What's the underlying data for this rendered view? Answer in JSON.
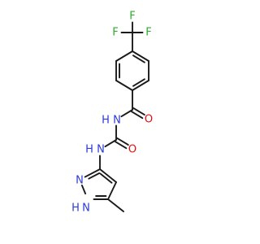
{
  "colors": {
    "bond": "#1a1a1a",
    "carbon": "#1a1a1a",
    "nitrogen": "#2a3bd6",
    "oxygen": "#e01010",
    "fluorine": "#2faa2f",
    "background": "#ffffff"
  },
  "molecule": {
    "atoms": [
      {
        "id": "F1",
        "element": "F",
        "label": "F"
      },
      {
        "id": "F2",
        "element": "F",
        "label": "F"
      },
      {
        "id": "F3",
        "element": "F",
        "label": "F"
      },
      {
        "id": "C_CF3",
        "element": "C",
        "label": ""
      },
      {
        "id": "R1",
        "element": "C",
        "label": ""
      },
      {
        "id": "R2",
        "element": "C",
        "label": ""
      },
      {
        "id": "R3",
        "element": "C",
        "label": ""
      },
      {
        "id": "R4",
        "element": "C",
        "label": ""
      },
      {
        "id": "R5",
        "element": "C",
        "label": ""
      },
      {
        "id": "R6",
        "element": "C",
        "label": ""
      },
      {
        "id": "C_amide",
        "element": "C",
        "label": ""
      },
      {
        "id": "O_amide",
        "element": "O",
        "label": "O"
      },
      {
        "id": "N_amide",
        "element": "N",
        "label": "N"
      },
      {
        "id": "H_amide",
        "element": "H",
        "label": "H"
      },
      {
        "id": "C_urea",
        "element": "C",
        "label": ""
      },
      {
        "id": "O_urea",
        "element": "O",
        "label": "O"
      },
      {
        "id": "N_urea",
        "element": "N",
        "label": "N"
      },
      {
        "id": "H_urea",
        "element": "H",
        "label": "H"
      },
      {
        "id": "P3",
        "element": "C",
        "label": ""
      },
      {
        "id": "P4",
        "element": "C",
        "label": ""
      },
      {
        "id": "P5",
        "element": "C",
        "label": ""
      },
      {
        "id": "N_pyr2",
        "element": "N",
        "label": "N"
      },
      {
        "id": "N_pyr1",
        "element": "N",
        "label": "N"
      },
      {
        "id": "H_pyr",
        "element": "H",
        "label": "H"
      },
      {
        "id": "C_methyl",
        "element": "C",
        "label": ""
      }
    ]
  }
}
